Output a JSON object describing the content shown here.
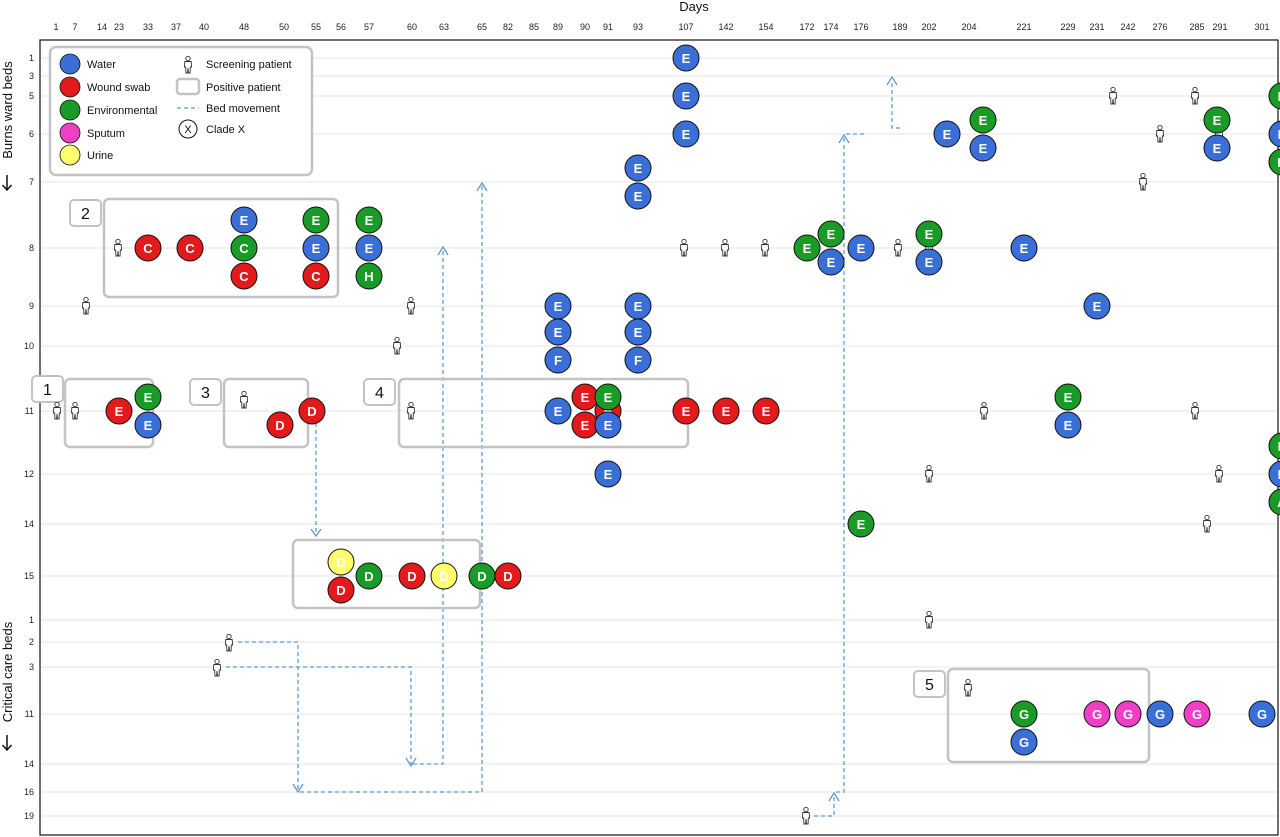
{
  "x_axis_title": "Days",
  "y_group_burns": "Burns ward beds",
  "y_group_critical": "Critical care beds",
  "colors": {
    "Water": "#3a6fd8",
    "Wound swab": "#e31a1c",
    "Environmental": "#1a9a27",
    "Sputum": "#ee3fc6",
    "Urine": "#ffff6e"
  },
  "legend": {
    "water": "Water",
    "wound": "Wound swab",
    "environmental": "Environmental",
    "sputum": "Sputum",
    "urine": "Urine",
    "screening": "Screening patient",
    "positive": "Positive patient",
    "bedmove": "Bed movement",
    "clade_symbol": "X",
    "clade": "Clade X"
  },
  "chart_data": {
    "type": "timeline",
    "x_ticks": [
      "1",
      "7",
      "14",
      "23",
      "33",
      "37",
      "40",
      "48",
      "50",
      "55",
      "56",
      "57",
      "60",
      "63",
      "65",
      "82",
      "85",
      "89",
      "90",
      "91",
      "93",
      "107",
      "142",
      "154",
      "172",
      "174",
      "176",
      "189",
      "202",
      "204",
      "221",
      "229",
      "231",
      "242",
      "276",
      "285",
      "291",
      "301"
    ],
    "y_ticks_burns": [
      "1",
      "3",
      "5",
      "6",
      "7",
      "8",
      "9",
      "10",
      "11",
      "12",
      "14",
      "15"
    ],
    "y_ticks_critical": [
      "1",
      "2",
      "3",
      "11",
      "14",
      "16",
      "19"
    ],
    "positive_patient_labels": [
      "1",
      "2",
      "3",
      "4",
      "5"
    ],
    "samples": [
      {
        "day_col": 21,
        "bed": "B1",
        "type": "Water",
        "clade": "E"
      },
      {
        "day_col": 21,
        "bed": "B5",
        "type": "Water",
        "clade": "E"
      },
      {
        "day_col": 21,
        "bed": "B6",
        "type": "Water",
        "clade": "E"
      },
      {
        "day_col": 20,
        "bed": "B7",
        "type": "Water",
        "clade": "E"
      },
      {
        "day_col": 20,
        "bed": "B7",
        "type": "Water",
        "clade": "E"
      },
      {
        "day_col": 7,
        "bed": "B8",
        "type": "Water",
        "clade": "E"
      },
      {
        "day_col": 5,
        "bed": "B8",
        "type": "Wound swab",
        "clade": "C"
      },
      {
        "day_col": 6,
        "bed": "B8",
        "type": "Wound swab",
        "clade": "C"
      },
      {
        "day_col": 7,
        "bed": "B8",
        "type": "Environmental",
        "clade": "C"
      },
      {
        "day_col": 7,
        "bed": "B8",
        "type": "Wound swab",
        "clade": "C"
      },
      {
        "day_col": 9,
        "bed": "B8",
        "type": "Environmental",
        "clade": "E"
      },
      {
        "day_col": 9,
        "bed": "B8",
        "type": "Water",
        "clade": "E"
      },
      {
        "day_col": 9,
        "bed": "B8",
        "type": "Wound swab",
        "clade": "C"
      },
      {
        "day_col": 11,
        "bed": "B8",
        "type": "Environmental",
        "clade": "E"
      },
      {
        "day_col": 11,
        "bed": "B8",
        "type": "Water",
        "clade": "E"
      },
      {
        "day_col": 11,
        "bed": "B8",
        "type": "Environmental",
        "clade": "H"
      },
      {
        "day_col": 24,
        "bed": "B8",
        "type": "Environmental",
        "clade": "E"
      },
      {
        "day_col": 25,
        "bed": "B8",
        "type": "Environmental",
        "clade": "E"
      },
      {
        "day_col": 25,
        "bed": "B8",
        "type": "Water",
        "clade": "E"
      },
      {
        "day_col": 26,
        "bed": "B8",
        "type": "Water",
        "clade": "E"
      },
      {
        "day_col": 28,
        "bed": "B8",
        "type": "Environmental",
        "clade": "E"
      },
      {
        "day_col": 28,
        "bed": "B8",
        "type": "Water",
        "clade": "E"
      },
      {
        "day_col": 30,
        "bed": "B8",
        "type": "Water",
        "clade": "E"
      },
      {
        "day_col": 17,
        "bed": "B9",
        "type": "Water",
        "clade": "E"
      },
      {
        "day_col": 17,
        "bed": "B10",
        "type": "Water",
        "clade": "E"
      },
      {
        "day_col": 17,
        "bed": "B10",
        "type": "Water",
        "clade": "F"
      },
      {
        "day_col": 20,
        "bed": "B9",
        "type": "Water",
        "clade": "E"
      },
      {
        "day_col": 20,
        "bed": "B10",
        "type": "Water",
        "clade": "E"
      },
      {
        "day_col": 20,
        "bed": "B10",
        "type": "Water",
        "clade": "F"
      },
      {
        "day_col": 32,
        "bed": "B9",
        "type": "Water",
        "clade": "E"
      },
      {
        "day_col": 3,
        "bed": "B11",
        "type": "Wound swab",
        "clade": "E"
      },
      {
        "day_col": 4,
        "bed": "B11",
        "type": "Environmental",
        "clade": "E"
      },
      {
        "day_col": 4,
        "bed": "B11",
        "type": "Water",
        "clade": "E"
      },
      {
        "day_col": 8,
        "bed": "B11",
        "type": "Wound swab",
        "clade": "D"
      },
      {
        "day_col": 9,
        "bed": "B11",
        "type": "Wound swab",
        "clade": "D"
      },
      {
        "day_col": 17,
        "bed": "B11",
        "type": "Water",
        "clade": "E"
      },
      {
        "day_col": 18,
        "bed": "B11",
        "type": "Wound swab",
        "clade": "E"
      },
      {
        "day_col": 18,
        "bed": "B11",
        "type": "Wound swab",
        "clade": "E"
      },
      {
        "day_col": 19,
        "bed": "B11",
        "type": "Wound swab",
        "clade": "E"
      },
      {
        "day_col": 19,
        "bed": "B11",
        "type": "Environmental",
        "clade": "E"
      },
      {
        "day_col": 19,
        "bed": "B11",
        "type": "Water",
        "clade": "E"
      },
      {
        "day_col": 21,
        "bed": "B11",
        "type": "Wound swab",
        "clade": "E"
      },
      {
        "day_col": 22,
        "bed": "B11",
        "type": "Wound swab",
        "clade": "E"
      },
      {
        "day_col": 23,
        "bed": "B11",
        "type": "Wound swab",
        "clade": "E"
      },
      {
        "day_col": 31,
        "bed": "B11",
        "type": "Environmental",
        "clade": "E"
      },
      {
        "day_col": 31,
        "bed": "B11",
        "type": "Water",
        "clade": "E"
      },
      {
        "day_col": 19,
        "bed": "B12",
        "type": "Water",
        "clade": "E"
      },
      {
        "day_col": 26,
        "bed": "B14",
        "type": "Environmental",
        "clade": "E"
      },
      {
        "day_col": 10,
        "bed": "B15",
        "type": "Urine",
        "clade": "D"
      },
      {
        "day_col": 10,
        "bed": "B15",
        "type": "Wound swab",
        "clade": "D"
      },
      {
        "day_col": 11,
        "bed": "B15",
        "type": "Environmental",
        "clade": "D"
      },
      {
        "day_col": 12,
        "bed": "B15",
        "type": "Wound swab",
        "clade": "D"
      },
      {
        "day_col": 13,
        "bed": "B15",
        "type": "Urine",
        "clade": "D"
      },
      {
        "day_col": 14,
        "bed": "B15",
        "type": "Environmental",
        "clade": "D"
      },
      {
        "day_col": 15,
        "bed": "B15",
        "type": "Wound swab",
        "clade": "D"
      },
      {
        "day_col": 28,
        "bed": "B6",
        "type": "Water",
        "clade": "E"
      },
      {
        "day_col": 29,
        "bed": "B6",
        "type": "Environmental",
        "clade": "E"
      },
      {
        "day_col": 29,
        "bed": "B6",
        "type": "Water",
        "clade": "E"
      },
      {
        "day_col": 35,
        "bed": "B6",
        "type": "Environmental",
        "clade": "E"
      },
      {
        "day_col": 35,
        "bed": "B6",
        "type": "Water",
        "clade": "E"
      },
      {
        "day_col": 37,
        "bed": "B5",
        "type": "Environmental",
        "clade": "E"
      },
      {
        "day_col": 37,
        "bed": "B6",
        "type": "Water",
        "clade": "E"
      },
      {
        "day_col": 37,
        "bed": "B6",
        "type": "Environmental",
        "clade": "B"
      },
      {
        "day_col": 37,
        "bed": "B12",
        "type": "Environmental",
        "clade": "E"
      },
      {
        "day_col": 37,
        "bed": "B12",
        "type": "Water",
        "clade": "E"
      },
      {
        "day_col": 37,
        "bed": "B12",
        "type": "Environmental",
        "clade": "A"
      },
      {
        "day_col": 30,
        "bed": "C11",
        "type": "Environmental",
        "clade": "G"
      },
      {
        "day_col": 30,
        "bed": "C11",
        "type": "Water",
        "clade": "G"
      },
      {
        "day_col": 32,
        "bed": "C11",
        "type": "Sputum",
        "clade": "G"
      },
      {
        "day_col": 33,
        "bed": "C11",
        "type": "Sputum",
        "clade": "G"
      },
      {
        "day_col": 34,
        "bed": "C11",
        "type": "Water",
        "clade": "G"
      },
      {
        "day_col": 35,
        "bed": "C11",
        "type": "Sputum",
        "clade": "G"
      },
      {
        "day_col": 37,
        "bed": "C11",
        "type": "Water",
        "clade": "G"
      }
    ]
  }
}
